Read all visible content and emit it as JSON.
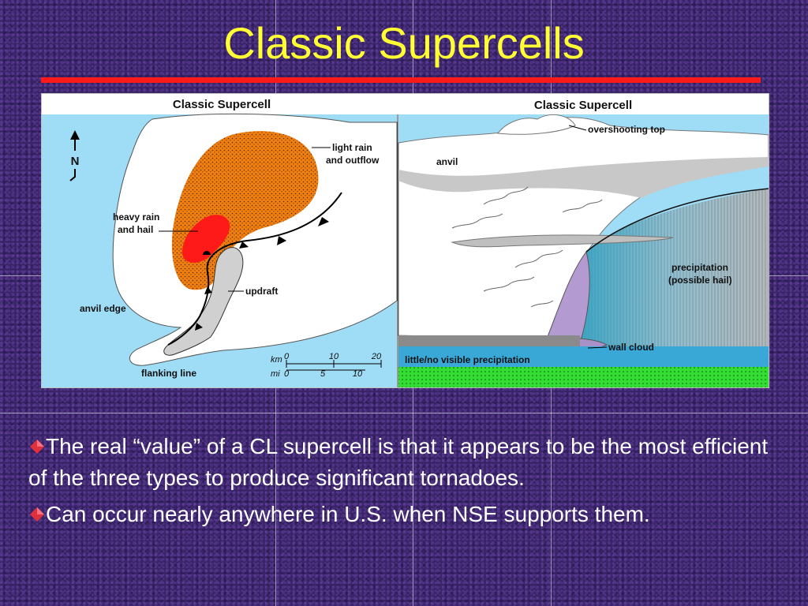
{
  "slide": {
    "title": "Classic Supercells",
    "bullets": [
      "The real “value” of a CL supercell is that it appears to be the most efficient of the three types to produce significant tornadoes.",
      "Can occur nearly anywhere in U.S. when NSE supports them."
    ]
  },
  "plan_view": {
    "title": "Classic Supercell",
    "north": "N",
    "labels": {
      "light_rain": "light rain",
      "outflow": "and outflow",
      "heavy_rain": "heavy rain",
      "hail": "and hail",
      "updraft": "updraft",
      "anvil_edge": "anvil edge",
      "flanking_line": "flanking line"
    },
    "scale": {
      "km_label": "km",
      "mi_label": "mi",
      "km_ticks": [
        "0",
        "10",
        "20"
      ],
      "mi_ticks": [
        "0",
        "5",
        "10"
      ]
    }
  },
  "side_view": {
    "title": "Classic Supercell",
    "labels": {
      "overshooting_top": "overshooting top",
      "anvil": "anvil",
      "precipitation": "precipitation",
      "possible_hail": "(possible hail)",
      "wall_cloud": "wall cloud",
      "little_precip": "little/no visible precipitation"
    }
  },
  "colors": {
    "title": "#ffff33",
    "rule": "#ff1a1a",
    "sky": "#9fdcf5",
    "rain": "#f07f12",
    "hail": "#ff1a1a",
    "ground": "#33dd33",
    "bullet_icon": "#e0303a"
  },
  "icons": {
    "bullet": "diamond-bullet-icon"
  }
}
